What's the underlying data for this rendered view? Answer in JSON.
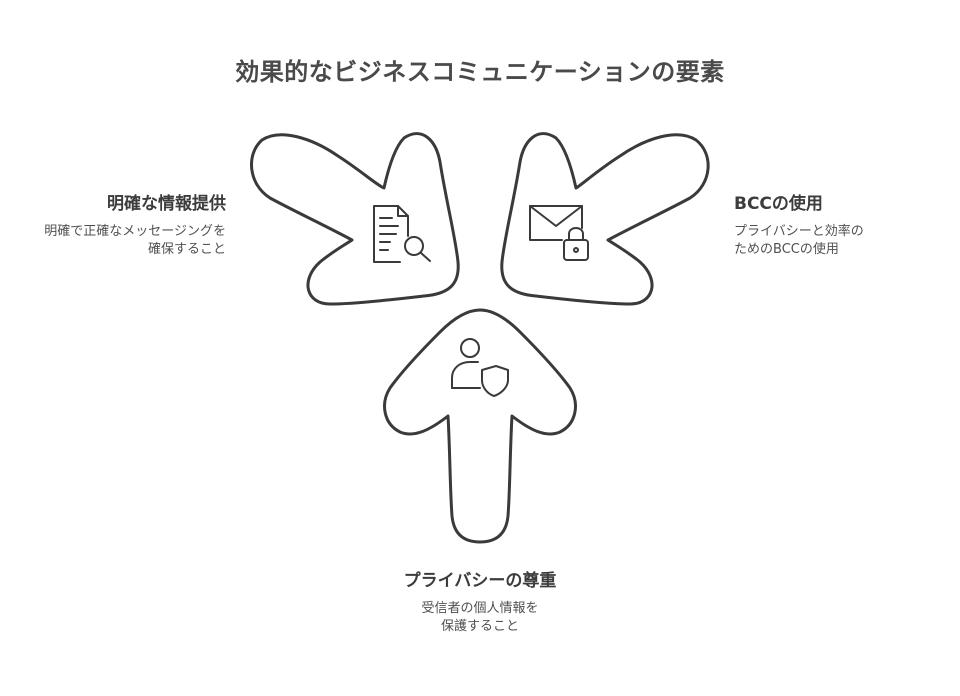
{
  "title": "効果的なビジネスコミュニケーションの要素",
  "nodes": [
    {
      "id": "clear-info",
      "title": "明確な情報提供",
      "desc_lines": [
        "明確で正確なメッセージングを",
        "確保すること"
      ],
      "icon": "document-search-icon"
    },
    {
      "id": "bcc",
      "title": "BCCの使用",
      "desc_lines": [
        "プライバシーと効率の",
        "ためのBCCの使用"
      ],
      "icon": "mail-lock-icon"
    },
    {
      "id": "privacy",
      "title": "プライバシーの尊重",
      "desc_lines": [
        "受信者の個人情報を",
        "保護すること"
      ],
      "icon": "user-shield-icon"
    }
  ],
  "colors": {
    "stroke": "#3a3a3a",
    "text": "#4a4a4a",
    "background": "#ffffff"
  }
}
